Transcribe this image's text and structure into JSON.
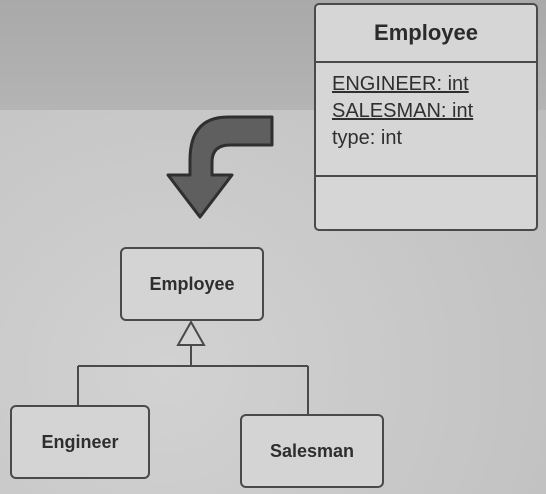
{
  "top_class": {
    "name": "Employee",
    "attributes": [
      {
        "text": "ENGINEER: int",
        "static": true
      },
      {
        "text": "SALESMAN: int",
        "static": true
      },
      {
        "text": "type: int",
        "static": false
      }
    ],
    "operations": []
  },
  "hierarchy": {
    "parent": "Employee",
    "children": [
      "Engineer",
      "Salesman"
    ]
  },
  "colors": {
    "arrow": "#5f5f5f",
    "line": "#4a4a4a"
  }
}
